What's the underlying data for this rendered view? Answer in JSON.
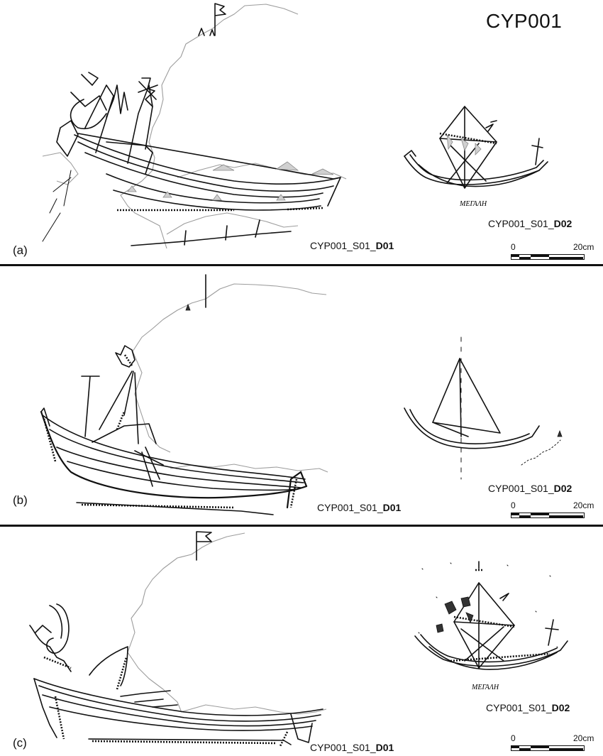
{
  "page": {
    "title": "CYP001"
  },
  "panels": [
    {
      "letter": "(a)",
      "d01": {
        "prefix": "CYP001_S01_",
        "suffix": "D01"
      },
      "d02": {
        "prefix": "CYP001_S01_",
        "suffix": "D02"
      },
      "scale": {
        "start": "0",
        "end": "20cm"
      }
    },
    {
      "letter": "(b)",
      "d01": {
        "prefix": "CYP001_S01_",
        "suffix": "D01"
      },
      "d02": {
        "prefix": "CYP001_S01_",
        "suffix": "D02"
      },
      "scale": {
        "start": "0",
        "end": "20cm"
      }
    },
    {
      "letter": "(c)",
      "d01": {
        "prefix": "CYP001_S01_",
        "suffix": "D01"
      },
      "d02": {
        "prefix": "CYP001_S01_",
        "suffix": "D02"
      },
      "scale": {
        "start": "0",
        "end": "20cm"
      }
    }
  ],
  "inscriptions": {
    "a": "ΜΕΓΑΛΗ",
    "c": "ΜΕΓΑΛΗ"
  }
}
